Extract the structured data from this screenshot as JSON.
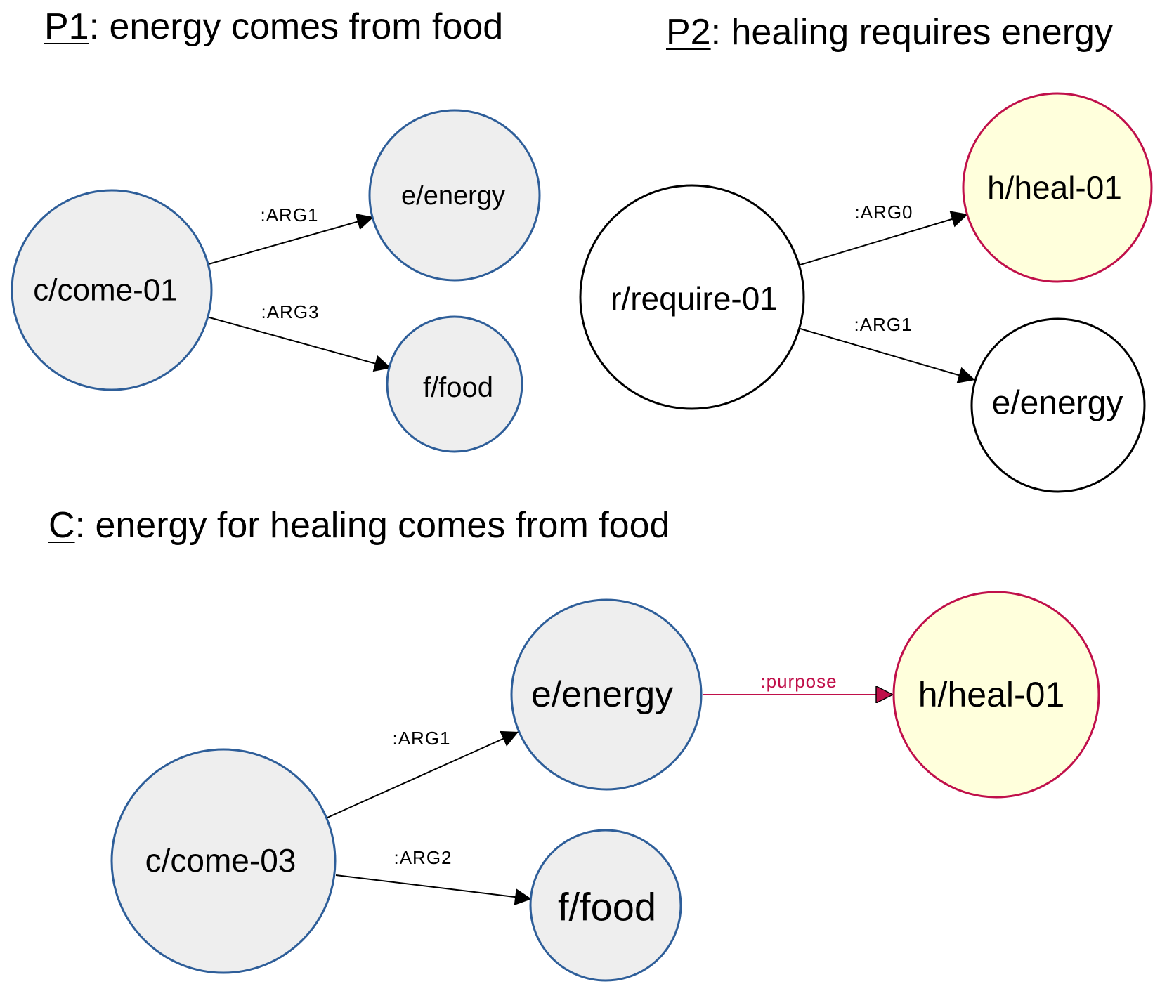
{
  "panels": {
    "p1": {
      "key": "P1",
      "sentence": ": energy comes from food",
      "nodes": {
        "come": "c/come-01",
        "energy": "e/energy",
        "food": "f/food"
      },
      "edges": {
        "arg1": ":ARG1",
        "arg3": ":ARG3"
      }
    },
    "p2": {
      "key": "P2",
      "sentence": ": healing requires energy",
      "nodes": {
        "require": "r/require-01",
        "heal": "h/heal-01",
        "energy": "e/energy"
      },
      "edges": {
        "arg0": ":ARG0",
        "arg1": ":ARG1"
      }
    },
    "c": {
      "key": "C",
      "sentence": ": energy for healing comes from food",
      "nodes": {
        "come": "c/come-03",
        "energy": "e/energy",
        "heal": "h/heal-01",
        "food": "f/food"
      },
      "edges": {
        "arg1": ":ARG1",
        "arg2": ":ARG2",
        "purpose": ":purpose"
      }
    }
  },
  "colors": {
    "blue_stroke": "#2e5e99",
    "grey_fill": "#eeeeee",
    "red_stroke": "#c0104a",
    "yellow_fill": "#ffffdc",
    "black_stroke": "#000000",
    "white_fill": "#ffffff"
  }
}
